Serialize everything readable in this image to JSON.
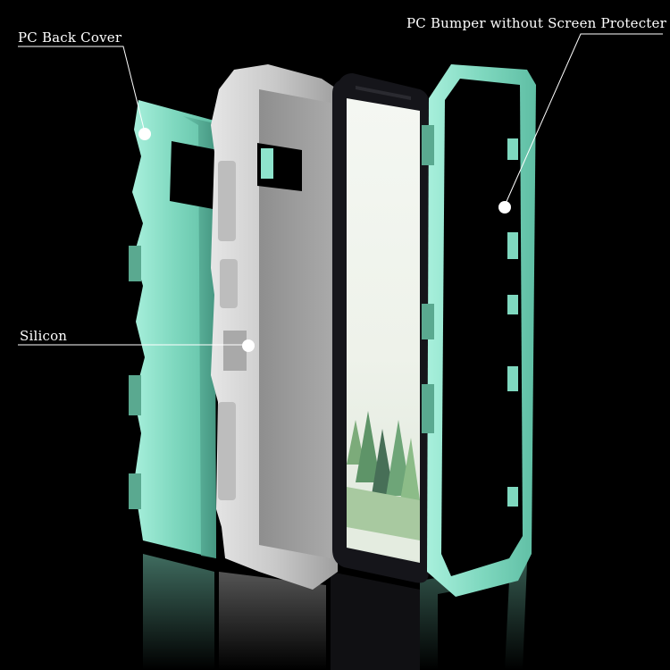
{
  "scene": {
    "background": "#000000",
    "case_color": "#8ee3cc",
    "silicon_color": "#cfcfcf",
    "phone_body_color": "#15151a",
    "label_color": "#ffffff"
  },
  "callouts": {
    "back_cover": "PC Back Cover",
    "silicon": "Silicon",
    "bumper": "PC Bumper without Screen Protecter"
  }
}
